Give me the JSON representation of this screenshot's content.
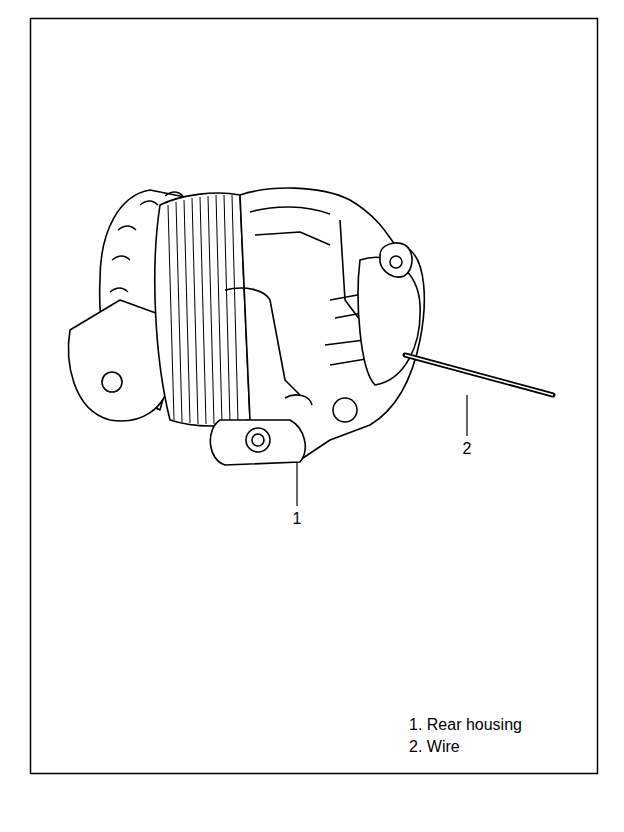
{
  "diagram": {
    "labels": [
      "1",
      "2",
      "1. Rear housing",
      "2. Wire"
    ]
  }
}
